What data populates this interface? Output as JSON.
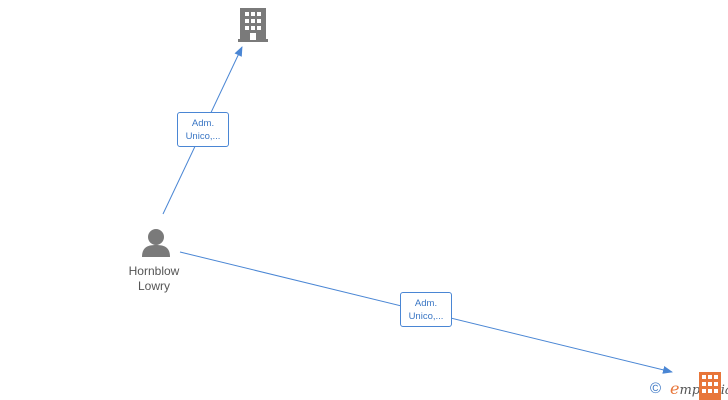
{
  "nodes": {
    "company_top": {
      "type": "company",
      "icon": "building-icon",
      "color": "#7a7a7a"
    },
    "person": {
      "type": "person",
      "icon": "person-icon",
      "color": "#7a7a7a",
      "label_line1": "Hornblow",
      "label_line2": "Lowry"
    },
    "company_bottom": {
      "type": "company",
      "icon": "building-icon",
      "color": "#e8763a"
    }
  },
  "edges": [
    {
      "from": "person",
      "to": "company_top",
      "label_line1": "Adm.",
      "label_line2": "Unico,..."
    },
    {
      "from": "person",
      "to": "company_bottom",
      "label_line1": "Adm.",
      "label_line2": "Unico,..."
    }
  ],
  "colors": {
    "edge": "#4a86d4",
    "node": "#7a7a7a",
    "brand": "#e8763a"
  },
  "watermark": {
    "copyright": "©",
    "brand_initial": "e",
    "brand_rest": "mpresia",
    "icon": "building-icon"
  }
}
